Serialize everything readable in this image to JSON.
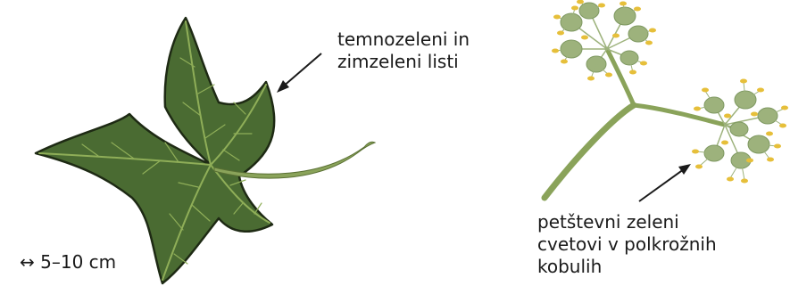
{
  "leaf_label": {
    "line1": "temnozeleni in",
    "line2": "zimzeleni listi"
  },
  "flower_label": {
    "line1": "petštevni zeleni",
    "line2": "cvetovi v polkrožnih",
    "line3": "kobulih"
  },
  "size_label": "↔ 5–10 cm",
  "colors": {
    "leaf_fill": "#4a6b32",
    "leaf_outline": "#1e2a14",
    "leaf_vein": "#8fae58",
    "stem": "#8aa35a",
    "flower_head": "#9db27c",
    "stamen": "#e6bf3a",
    "text": "#1a1a1a"
  }
}
